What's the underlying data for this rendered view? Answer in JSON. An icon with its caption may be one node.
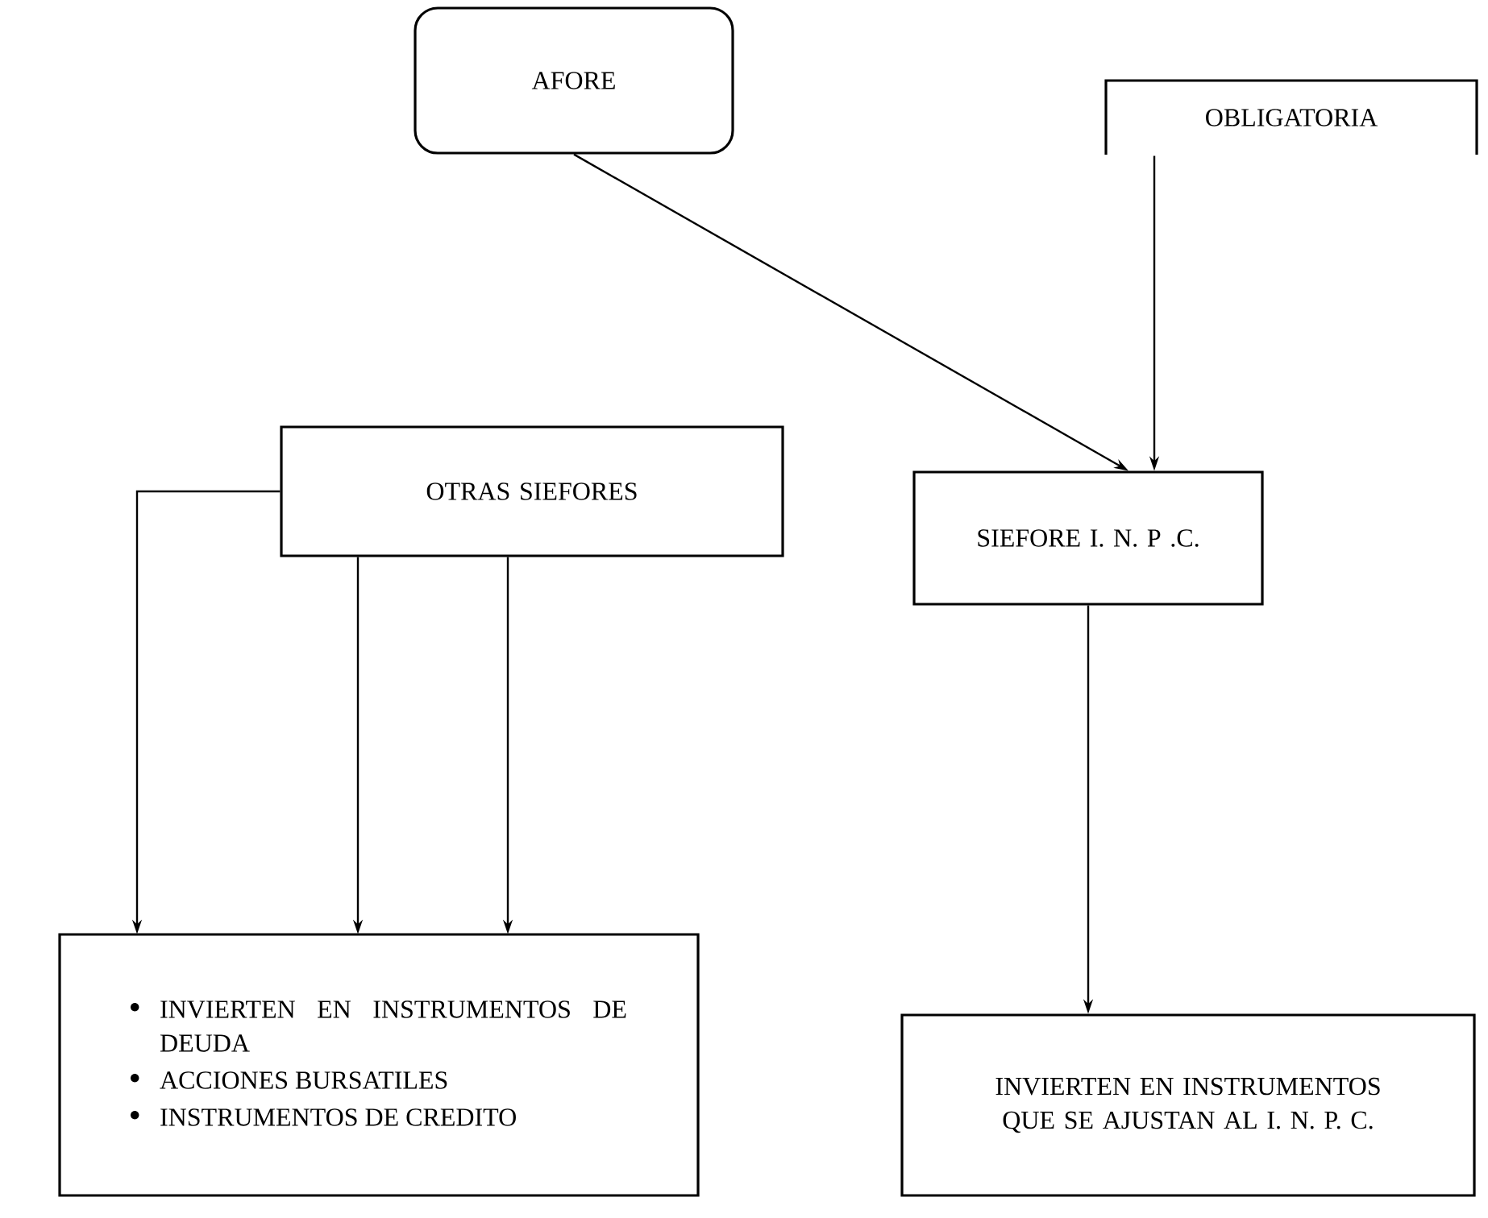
{
  "diagram": {
    "nodes": [
      {
        "text": [
          "AFORE"
        ]
      },
      {
        "text": [
          "OBLIGATORIA"
        ]
      },
      {
        "text": [
          "OTRAS   SIEFORES"
        ]
      },
      {
        "text": [
          "SIEFORE I. N. P .C."
        ]
      },
      {
        "text": [
          "INVIERTEN EN INSTRUMENTOS DE DEUDA",
          "ACCIONES BURSATILES",
          "INSTRUMENTOS DE CREDITO"
        ]
      },
      {
        "text": [
          "INVIERTEN EN INSTRUMENTOS QUE SE AJUSTAN AL  I. N. P. C."
        ]
      }
    ],
    "edges": [
      {
        "from": 0,
        "to": 3,
        "arrow": "to"
      },
      {
        "from": 1,
        "to": 3,
        "arrow": "to"
      },
      {
        "from": 2,
        "to": 4,
        "arrow": "to"
      },
      {
        "from": 2,
        "to": 4,
        "arrow": "to"
      },
      {
        "from": 2,
        "to": 4,
        "arrow": "to"
      },
      {
        "from": 3,
        "to": 5,
        "arrow": "to"
      }
    ]
  }
}
